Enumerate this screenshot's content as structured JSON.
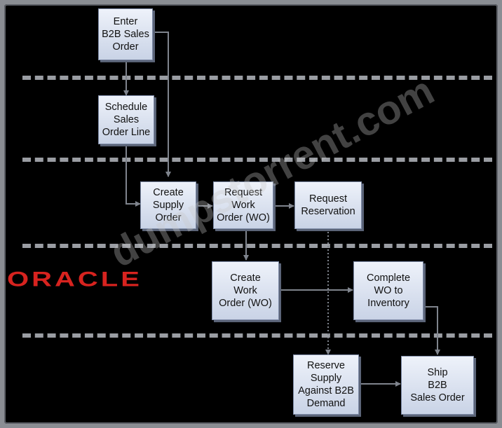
{
  "nodes": {
    "enter_order": "Enter\nB2B Sales\nOrder",
    "schedule_line": "Schedule\nSales\nOrder Line",
    "create_supply": "Create\nSupply\nOrder",
    "request_wo": "Request\nWork\nOrder (WO)",
    "request_reservation": "Request\nReservation",
    "create_wo": "Create\nWork\nOrder (WO)",
    "complete_wo": "Complete\nWO to\nInventory",
    "reserve_supply": "Reserve\nSupply\nAgainst B2B\nDemand",
    "ship_order": "Ship\nB2B\nSales Order"
  },
  "logo_text": "ORACLE",
  "watermark_text": "dumpstorrent.com",
  "colors": {
    "background": "#000000",
    "box_fill": "#dbe2f0",
    "arrow": "#7f848d",
    "separator": "#9a9da3",
    "logo": "#d7231f"
  }
}
